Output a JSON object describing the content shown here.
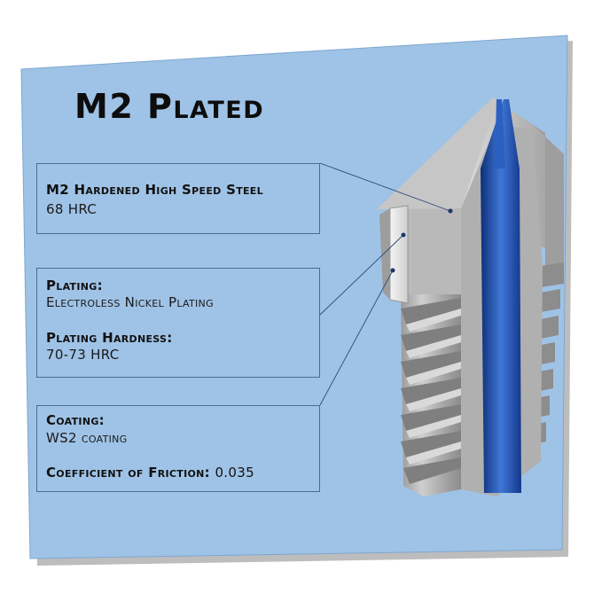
{
  "title": "M2 Plated",
  "boxes": {
    "steel": {
      "label": "M2 Hardened High Speed Steel",
      "value": "68 HRC"
    },
    "plating": {
      "label": "Plating:",
      "value": "Electroless Nickel Plating",
      "hardness_label": "Plating Hardness:",
      "hardness_value": "70-73 HRC"
    },
    "coating": {
      "label": "Coating:",
      "value": "WS2 coating",
      "friction_label": "Coefficient of Friction:",
      "friction_value": "0.035"
    }
  },
  "colors": {
    "panel": "#9fc3e6",
    "panel_shadow": "#b8b8b8",
    "steel": "#b5b5b5",
    "bore": "#1f4fb0",
    "border": "#4a6a92"
  }
}
